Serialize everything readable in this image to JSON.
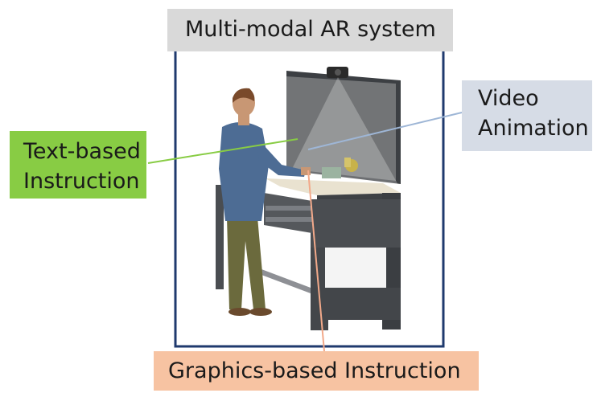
{
  "title_label": "Multi-modal AR system",
  "callouts": {
    "text_based": {
      "line1": "Text-based",
      "line2": "Instruction"
    },
    "video": {
      "line1": "Video",
      "line2": "Animation"
    },
    "graphics_based": "Graphics-based Instruction"
  },
  "colors": {
    "title_bg": "#d9d9d9",
    "text_callout_bg": "#88cc44",
    "video_callout_bg": "#d6dce6",
    "graphics_callout_bg": "#f7c3a2",
    "frame_border": "#1f3a6e"
  }
}
